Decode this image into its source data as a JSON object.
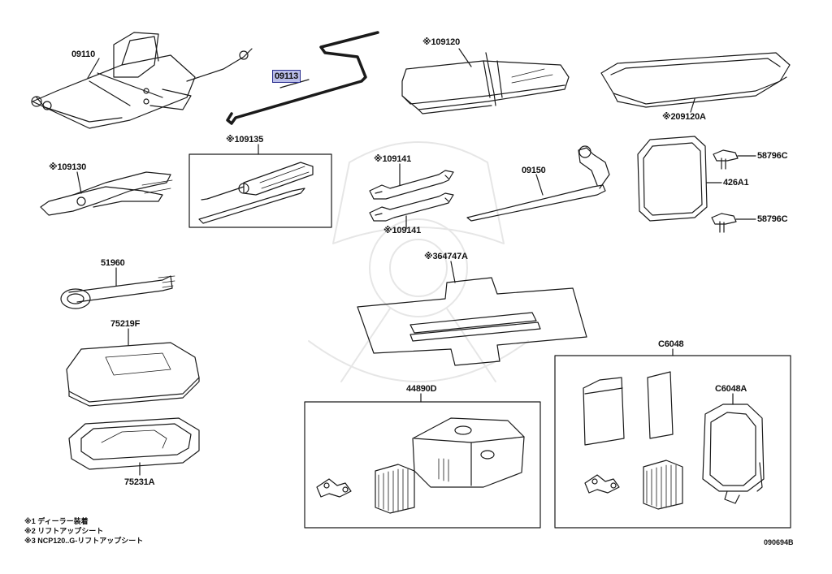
{
  "labels": {
    "jack": "09110",
    "handle": "09113",
    "toolbag": "※109120",
    "bag2": "※209120A",
    "pliers": "※109130",
    "screwdriver": "※109135",
    "wrench_top": "※109141",
    "wrench_bottom": "※109141",
    "wrench_lug": "09150",
    "clip_top": "58796C",
    "frame": "426A1",
    "clip_bottom": "58796C",
    "mat": "※364747A",
    "hook": "51960",
    "tray_top": "75219F",
    "tray_bottom": "75231A",
    "repair_kit": "44890D",
    "kit_box": "C6048",
    "compressor": "C6048A"
  },
  "notes": [
    "※1 ディーラー装着",
    "※2 リフトアップシート",
    "※3 NCP120..G-リフトアップシート"
  ],
  "diagram_code": "090694B",
  "colors": {
    "line": "#1a1a1a",
    "highlight_bg": "#b9bde8",
    "highlight_border": "#2b2f8f"
  }
}
